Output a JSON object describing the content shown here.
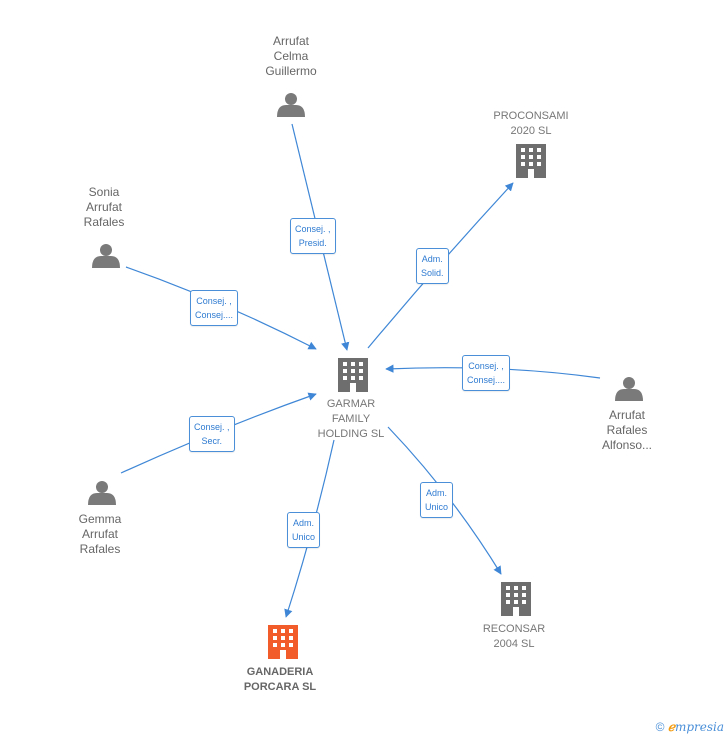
{
  "colors": {
    "edge": "#3f87d6",
    "person_icon": "#7a7a7a",
    "company_icon": "#6e6e6e",
    "focus_company_icon": "#f25c2a"
  },
  "nodes": {
    "center": {
      "lines": [
        "GARMAR",
        "FAMILY",
        "HOLDING  SL"
      ],
      "icon": "building-icon"
    },
    "arrufat_celma": {
      "lines": [
        "Arrufat",
        "Celma",
        "Guillermo"
      ],
      "icon": "person-icon"
    },
    "proconsami": {
      "lines": [
        "PROCONSAMI",
        "2020  SL"
      ],
      "icon": "building-icon"
    },
    "sonia": {
      "lines": [
        "Sonia",
        "Arrufat",
        "Rafales"
      ],
      "icon": "person-icon"
    },
    "arrufat_rafales_alfonso": {
      "lines": [
        "Arrufat",
        "Rafales",
        "Alfonso..."
      ],
      "icon": "person-icon"
    },
    "gemma": {
      "lines": [
        "Gemma",
        "Arrufat",
        "Rafales"
      ],
      "icon": "person-icon"
    },
    "ganaderia": {
      "lines": [
        "GANADERIA",
        "PORCARA  SL"
      ],
      "icon": "building-icon"
    },
    "reconsar": {
      "lines": [
        "RECONSAR",
        "2004 SL"
      ],
      "icon": "building-icon"
    }
  },
  "edges": {
    "guillermo_to_center": [
      "Consej. ,",
      "Presid."
    ],
    "center_to_proconsami": [
      "Adm.",
      "Solid."
    ],
    "sonia_to_center": [
      "Consej. ,",
      "Consej...."
    ],
    "alfonso_to_center": [
      "Consej. ,",
      "Consej...."
    ],
    "gemma_to_center": [
      "Consej. ,",
      "Secr."
    ],
    "center_to_ganaderia": [
      "Adm.",
      "Unico"
    ],
    "center_to_reconsar": [
      "Adm.",
      "Unico"
    ]
  },
  "footer": {
    "copyright": "©",
    "brand_initial": "ℯ",
    "brand_rest": "mpresia"
  }
}
